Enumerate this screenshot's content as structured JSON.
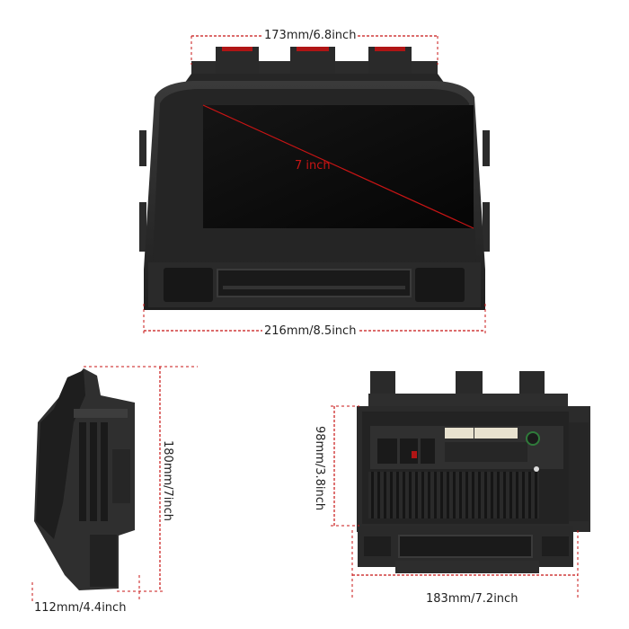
{
  "dimensions": {
    "top_width": "173mm/6.8inch",
    "bottom_width": "216mm/8.5inch",
    "side_height": "180mm/7inch",
    "side_depth": "112mm/4.4inch",
    "back_height": "98mm/3.8inch",
    "back_width": "183mm/7.2inch"
  },
  "screen": {
    "diagonal": "7 inch"
  },
  "colors": {
    "dimension_line": "#c81414",
    "guide_line": "#c81414",
    "frame": "#2b2b2b",
    "screen": "#0d0d0d"
  }
}
